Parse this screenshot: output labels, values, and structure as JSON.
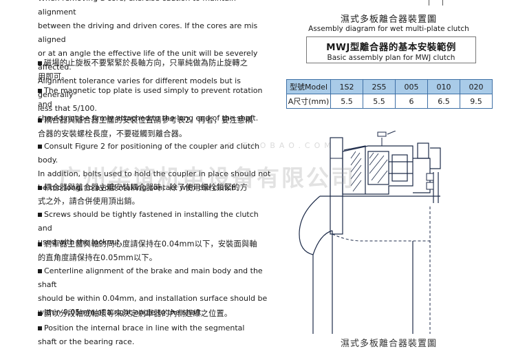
{
  "left_column": {
    "intro_lines": [
      "When removing a core, exercise caution to maintain alignment",
      "between the driving and driven cores. If the cores are mis aligned",
      "or at an angle the effective life of the unit will be severely affected.",
      "Alignment tolerance varies for different models but is generally",
      "less that 5/100."
    ],
    "items": [
      {
        "lang": "zh",
        "lines": [
          "磁場的止旋板不要緊緊於長軸方向，只單純做為防止旋轉之",
          "用即可。"
        ]
      },
      {
        "lang": "en",
        "lines": [
          "The magnetic top plate is used simply to prevent rotation and",
          "should not be firmly attached to the long end of the shaft."
        ]
      },
      {
        "lang": "zh",
        "lines": [
          "耦合器與離合器主體的安裝位置請參考表2。再者，要注意耦",
          "合器的安裝螺栓長度，不要碰觸到離合器。"
        ]
      },
      {
        "lang": "en",
        "lines": [
          "Consult Figure 2 for positioning of the coupler and clutch body.",
          "In addition, bolts used to hold the coupler in place should not",
          "be too long, to avoid making contact with the clutch."
        ]
      },
      {
        "lang": "zh",
        "lines": [
          "耦合器與離合器主體安裝耦合器時，除了使用螺栓鎖緊的方",
          "式之外，請合併使用頂出銷。"
        ]
      },
      {
        "lang": "en",
        "lines": [
          "Screws should be tightly fastened in installing the clutch and",
          "used with the locknut."
        ]
      },
      {
        "lang": "zh",
        "lines": [
          "剎車器主體與軸的同心度請保持在0.04mm以下，安裝面與軸",
          "的直角度請保持在0.05mm以下。"
        ]
      },
      {
        "lang": "en",
        "lines": [
          "Centerline alignment of the brake and main body and the shaft",
          "should be within 0.04mm, and installation surface should be",
          "within 0.05mm of a right angle to the shaft."
        ]
      },
      {
        "lang": "zh",
        "lines": [
          "請以分段軸或軸環等來決定剎車器的內側趕維之位置。"
        ]
      },
      {
        "lang": "en",
        "lines": [
          "Position the internal brace in line with the segmental",
          "shaft or the bearing race."
        ]
      }
    ]
  },
  "right_column": {
    "caption_wet": {
      "zh": "濕式多板離合器裝置圖",
      "en": "Assembly diagram for wet multi-plate clutch"
    },
    "mwj_title": {
      "zh": "MWJ型離合器的基本安裝範例",
      "en": "Basic assembly plan for MWJ clutch"
    },
    "table": {
      "header_label": "型號Model",
      "models": [
        "1S2",
        "2S5",
        "005",
        "010",
        "020"
      ],
      "row_label": "A尺寸(mm)",
      "values": [
        "5.5",
        "5.5",
        "6",
        "6.5",
        "9.5"
      ]
    },
    "bottom_caption": "濕式多板離合器裝置圖"
  },
  "watermark": {
    "text": "广州华谊机电设备有限公司",
    "url": "0.TAOBAO.COM"
  },
  "colors": {
    "table_header_bg": "#a9cbe8",
    "table_border": "#3d6fa5"
  }
}
